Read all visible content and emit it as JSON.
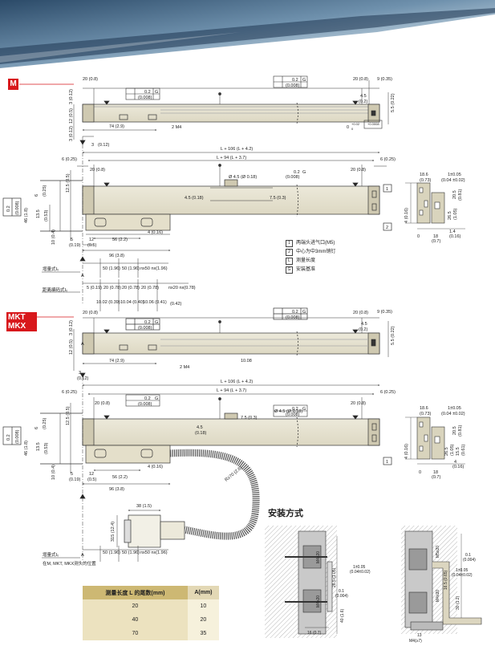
{
  "tags": {
    "m": "M",
    "mkt": "MKT",
    "mkx": "MKX"
  },
  "section_m": {
    "top_dims": {
      "d20": "20 (0.8)",
      "d20r": "20 (0.8)",
      "d9": "9 (0.35)",
      "d4_5": "4.5",
      "d0_2": "(0.2)",
      "d5_5": "5.5 (0.22)",
      "d3_0_12": "3 (0.12)",
      "d12": "12 (0.5)",
      "d74": "74 (2.9)",
      "d3": "3",
      "d3_0_12b": "(0.12)",
      "m4": "2 M4",
      "tol_top_a": "0.2",
      "tol_top_b": "(0.008)",
      "datum": "G",
      "tol_02": "0.2",
      "tol_02b": "(0.008)",
      "zero": "0",
      "tol_small_a": "+0.02",
      "tol_small_b": "0",
      "tol_small_c": "+0.0008"
    },
    "front_dims": {
      "l106": "L + 106 (L + 4.2)",
      "l94": "L + 94 (L + 3.7)",
      "d6l": "6 (0.25)",
      "d6r": "6 (0.25)",
      "d20l": "20 (0.8)",
      "d20r": "20 (0.8)",
      "d12_5": "12.5 (0.5)",
      "d6": "6",
      "d0_25": "(0.25)",
      "d46": "46 (1.8)",
      "d13_5": "13.5",
      "d0_53": "(0.53)",
      "d10": "10 (0.4)",
      "d4_5": "4.5 (0.18)",
      "hole": "Ø 4.5 (Ø 0.18)",
      "d7_5": "7.5 (0.3)",
      "d4": "4 (0.16)",
      "d5": "5",
      "d0_19": "(0.19)",
      "d12": "12",
      "d0_5": "(0.5)",
      "d56": "56 (2.2)",
      "d96": "96 (3.8)",
      "tol_a": "0.2",
      "tol_b": "(0.008)",
      "datum": "G",
      "side_tol_a": "0.2",
      "side_tol_b": "(0.008)",
      "a_label": "A",
      "box1": "1",
      "box2": "2"
    },
    "increment": {
      "label": "增量式I₀",
      "cols": [
        "50\n(1.96)",
        "50\n(1.96)",
        "nx50\nnx(1.96)"
      ]
    },
    "distance": {
      "label": "距离编码式I₀",
      "cols": [
        "5\n(0.19)",
        "20\n(0.78)",
        "20\n(0.78)",
        "20\n(0.78)",
        "nx20\nnx(0.78)"
      ],
      "row2": [
        "10.02\n(0.39)",
        "10.04\n(0.40)",
        "10.06\n(0.41)",
        "(0.42)"
      ]
    },
    "profile": {
      "d18_6": "18.6",
      "d0_73": "(0.73)",
      "d1": "1±0.05",
      "d1b": "(0.04 ±0.02)",
      "d20_5": "20.5",
      "d0_81": "(0.81)",
      "d4_0_16": "4 (0.16)",
      "d26_5": "26.5",
      "d1_05": "(1.05)",
      "d1_4": "1.4",
      "d0_16": "(0.16)",
      "d0": "0",
      "d18": "18",
      "d0_7": "(0.7)"
    }
  },
  "legend": [
    {
      "num": "1",
      "text": "两端头进气口(M5)"
    },
    {
      "num": "2",
      "text": "中心为中3mm销钉"
    },
    {
      "num": "L",
      "text": "测量长度"
    },
    {
      "num": "G",
      "text": "安装基准"
    }
  ],
  "section_mk": {
    "top_dims": {
      "d20": "20 (0.8)",
      "d20r": "20 (0.8)",
      "d9": "9 (0.35)",
      "d4_5": "4.5",
      "d0_2": "(0.2)",
      "d5_5": "5.5 (0.22)",
      "d3": "3 (0.12)",
      "d12": "12 (0.5)",
      "d74": "74 (2.9)",
      "d3b": "3",
      "d3c": "(0.12)",
      "m4": "2 M4",
      "d10_08": "10.08",
      "tol_a": "0.2",
      "tol_b": "(0.008)",
      "datum": "G",
      "a_label": "A"
    },
    "front_dims": {
      "l106": "L + 106 (L + 4.2)",
      "l94": "L + 94 (L + 3.7)",
      "d6l": "6 (0.25)",
      "d6r": "6 (0.25)",
      "d20l": "20 (0.8)",
      "d20r": "20 (0.8)",
      "d12_5": "12.5 (0.5)",
      "d6": "6",
      "d0_25": "(0.25)",
      "d46": "46 (1.8)",
      "d13_5": "13.5",
      "d0_53": "(0.53)",
      "d10": "10 (0.4)",
      "d4_5": "4.5",
      "d0_18": "(0.18)",
      "hole": "Ø 4.5 (Ø 0.18)",
      "d7_5": "7.5 (0.3)",
      "d4": "4 (0.16)",
      "d5": "5",
      "d0_19": "(0.19)",
      "d12": "12",
      "d0_5": "(0.5)",
      "d56": "56 (2.2)",
      "d96": "96 (3.8)",
      "r70": "R≥70 (2.6)",
      "d38": "38 (1.5)",
      "d315": "315 (12.4)",
      "tol_a": "0.2",
      "tol_b": "(0.008)",
      "datum": "G",
      "box1": "1"
    },
    "increment": {
      "label": "增量式I₀",
      "note": "在M, MKT, MKX测头的位置",
      "a_label": "A",
      "cols": [
        "50\n(1.96)",
        "50\n(1.96)",
        "nx50\nnx(1.96)"
      ]
    },
    "profile": {
      "d18_6": "18.6",
      "d0_73": "(0.73)",
      "d1": "1±0.05",
      "d1b": "(0.04 ±0.02)",
      "d20_5": "20.5",
      "d0_81": "(0.81)",
      "d4_0_16": "4 (0.16)",
      "d26_5": "26.5",
      "d1_05": "(1.05)",
      "d15_5": "15.5",
      "d0_61": "(0.61)",
      "d4": "4",
      "d0_16": "(0.16)",
      "d18": "18",
      "d0_7": "(0.7)",
      "d0": "0"
    }
  },
  "install": {
    "title": "安装方式",
    "left": {
      "m4x20": "M4x20",
      "m4x20b": "M4x20",
      "d26_5": "26.5 (1.05)",
      "d1": "1±0.05",
      "d1b": "(0.04±0.02)",
      "tol_a": "0.1",
      "tol_b": "(0.004)",
      "d40": "40 (1.6)",
      "d16": "16 (0.7)"
    },
    "right": {
      "m5x20": "M5x20",
      "m4x20": "M4x20",
      "d16_5": "16.5 (0.65)",
      "d1": "1±0.05",
      "d1b": "(0.04±0.02)",
      "d30": "30 (1.2)",
      "tol_a": "0.1",
      "tol_b": "(0.004)",
      "m4": "M4(≥7)",
      "d13": "13"
    }
  },
  "table": {
    "headers": [
      "测量长度 L 的尾数(mm)",
      "A(mm)"
    ],
    "rows": [
      [
        "20",
        "10"
      ],
      [
        "40",
        "20"
      ],
      [
        "70",
        "35"
      ]
    ]
  }
}
